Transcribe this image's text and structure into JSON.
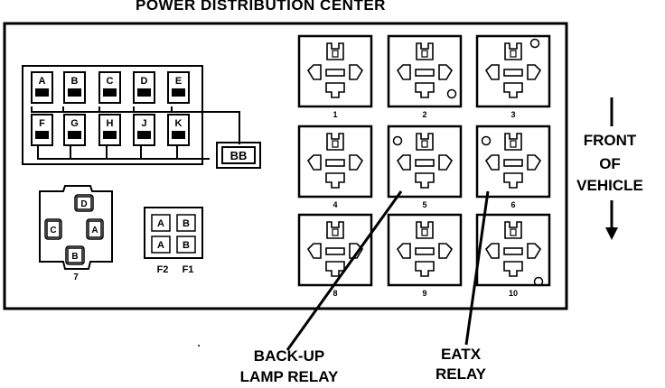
{
  "title": "POWER DISTRIBUTION CENTER",
  "direction_label": {
    "line1": "FRONT",
    "line2": "OF",
    "line3": "VEHICLE"
  },
  "fuse_block": {
    "top_row": [
      "A",
      "B",
      "C",
      "D",
      "E"
    ],
    "bottom_row": [
      "F",
      "G",
      "H",
      "J",
      "K"
    ],
    "bus_label": "BB"
  },
  "connector_7": {
    "terminals": [
      "D",
      "C",
      "A",
      "B"
    ],
    "label": "7"
  },
  "fuse_pair": {
    "cells": [
      "A",
      "B",
      "A",
      "B"
    ],
    "labels": [
      "F2",
      "F1"
    ]
  },
  "relays": [
    {
      "number": "1"
    },
    {
      "number": "2"
    },
    {
      "number": "3"
    },
    {
      "number": "4"
    },
    {
      "number": "5"
    },
    {
      "number": "6"
    },
    {
      "number": "8"
    },
    {
      "number": "9"
    },
    {
      "number": "10"
    }
  ],
  "callouts": {
    "backup": {
      "line1": "BACK-UP",
      "line2": "LAMP RELAY",
      "target_relay": "5"
    },
    "eatx": {
      "line1": "EATX",
      "line2": "RELAY",
      "target_relay": "6"
    }
  }
}
